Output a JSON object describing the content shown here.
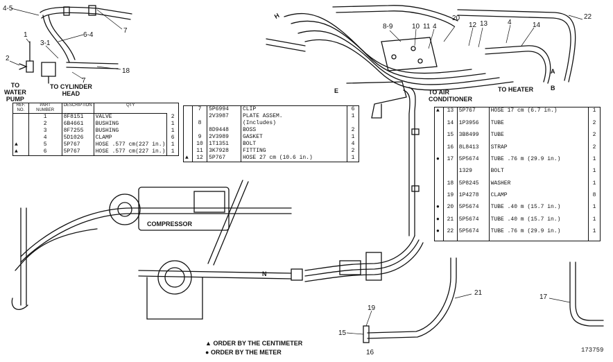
{
  "diagram": {
    "letters": {
      "H": "H",
      "E": "E",
      "A": "A",
      "B": "B",
      "N": "N"
    },
    "labels": {
      "to_water_pump": "TO\nWATER\nPUMP",
      "to_cylinder_head": "TO CYLINDER\nHEAD",
      "to_air_conditioner": "TO AIR\nCONDITIONER",
      "to_heater": "TO HEATER",
      "compressor": "COMPRESSOR"
    },
    "callouts": [
      "4-5",
      "1",
      "3-1",
      "2",
      "6-4",
      "7",
      "18",
      "7",
      "8-9",
      "10",
      "11",
      "4",
      "20",
      "12",
      "13",
      "4",
      "14",
      "22",
      "19",
      "15",
      "16",
      "21",
      "17"
    ]
  },
  "table_left": {
    "headers": [
      "REF.\nNO.",
      "PART\nNUMBER",
      "DESCRIPTION",
      "QTY"
    ],
    "rows": [
      {
        "mark": "",
        "ref": "1",
        "part": "8F8151",
        "desc": "VALVE",
        "qty": "2"
      },
      {
        "mark": "",
        "ref": "2",
        "part": "6B4661",
        "desc": "BUSHING",
        "qty": "1"
      },
      {
        "mark": "",
        "ref": "3",
        "part": "8F7255",
        "desc": "BUSHING",
        "qty": "1"
      },
      {
        "mark": "",
        "ref": "4",
        "part": "5D1026",
        "desc": "CLAMP",
        "qty": "6"
      },
      {
        "mark": "▲",
        "ref": "5",
        "part": "5P767",
        "desc": "HOSE .577 cm(227 in.)",
        "qty": "1"
      },
      {
        "mark": "▲",
        "ref": "6",
        "part": "5P767",
        "desc": "HOSE .577 cm(227 in.)",
        "qty": "1"
      }
    ]
  },
  "table_mid": {
    "rows": [
      {
        "mark": "",
        "ref": "7",
        "part": "5P6994",
        "desc": "CLIP",
        "qty": "6"
      },
      {
        "mark": "",
        "ref": "",
        "part": "2V3987",
        "desc": "PLATE ASSEM.",
        "qty": "1"
      },
      {
        "mark": "",
        "ref": "8",
        "part": "",
        "desc": "(Includes)",
        "qty": ""
      },
      {
        "mark": "",
        "ref": "",
        "part": "8D9448",
        "desc": "BOSS",
        "qty": "2"
      },
      {
        "mark": "",
        "ref": "9",
        "part": "2V3989",
        "desc": "GASKET",
        "qty": "1"
      },
      {
        "mark": "",
        "ref": "10",
        "part": "1T1351",
        "desc": "BOLT",
        "qty": "4"
      },
      {
        "mark": "",
        "ref": "11",
        "part": "3K7928",
        "desc": "FITTING",
        "qty": "2"
      },
      {
        "mark": "▲",
        "ref": "12",
        "part": "5P767",
        "desc": "HOSE 27 cm (10.6 in.)",
        "qty": "1"
      }
    ]
  },
  "table_right": {
    "rows": [
      {
        "mark": "▲",
        "ref": "13",
        "part": "5P767",
        "desc": "HOSE 17 cm (6.7 in.)",
        "qty": "1"
      },
      {
        "mark": "",
        "ref": "14",
        "part": "1P3956",
        "desc": "TUBE",
        "qty": "2"
      },
      {
        "mark": "",
        "ref": "15",
        "part": "3B8499",
        "desc": "TUBE",
        "qty": "2"
      },
      {
        "mark": "",
        "ref": "16",
        "part": "8L8413",
        "desc": "STRAP",
        "qty": "2"
      },
      {
        "mark": "●",
        "ref": "17",
        "part": "5P5674",
        "desc": "TUBE .76 m (29.9 in.)",
        "qty": "1"
      },
      {
        "mark": "",
        "ref": "",
        "part": "1329",
        "desc": "BOLT",
        "qty": "1"
      },
      {
        "mark": "",
        "ref": "18",
        "part": "5P8245",
        "desc": "WASHER",
        "qty": "1"
      },
      {
        "mark": "",
        "ref": "19",
        "part": "1P4278",
        "desc": "CLAMP",
        "qty": "8"
      },
      {
        "mark": "●",
        "ref": "20",
        "part": "5P5674",
        "desc": "TUBE .40 m (15.7 in.)",
        "qty": "1"
      },
      {
        "mark": "●",
        "ref": "21",
        "part": "5P5674",
        "desc": "TUBE .40 m (15.7 in.)",
        "qty": "1"
      },
      {
        "mark": "●",
        "ref": "22",
        "part": "5P5674",
        "desc": "TUBE .76 m (29.9 in.)",
        "qty": "1"
      }
    ]
  },
  "notes": {
    "centimeter": "ORDER BY THE CENTIMETER",
    "meter": "ORDER BY THE METER"
  },
  "figure_number": "173759"
}
